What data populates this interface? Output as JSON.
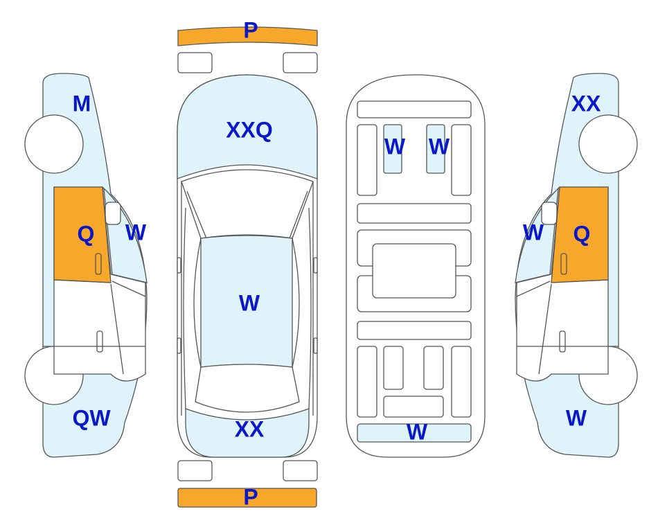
{
  "colors": {
    "damage_light": "#dff4fa",
    "damage_orange": "#f7a72a",
    "outline": "#555555",
    "label": "#0a18c9",
    "background": "#ffffff"
  },
  "front_bumper": {
    "code": "P"
  },
  "rear_bumper": {
    "code": "P"
  },
  "top_view": {
    "hood": {
      "code": "XXQ"
    },
    "roof": {
      "code": "W"
    },
    "trunk": {
      "code": "XX"
    }
  },
  "underside": {
    "front_left": {
      "code": "W"
    },
    "front_right": {
      "code": "W"
    },
    "rear": {
      "code": "W"
    }
  },
  "left_side": {
    "front_fender": {
      "code": "M"
    },
    "front_door": {
      "code": "Q"
    },
    "window": {
      "code": "W"
    },
    "rear_quarter": {
      "code": "QW"
    }
  },
  "right_side": {
    "front_fender": {
      "code": "XX"
    },
    "window": {
      "code": "W"
    },
    "front_door": {
      "code": "Q"
    },
    "rear_quarter": {
      "code": "W"
    }
  }
}
